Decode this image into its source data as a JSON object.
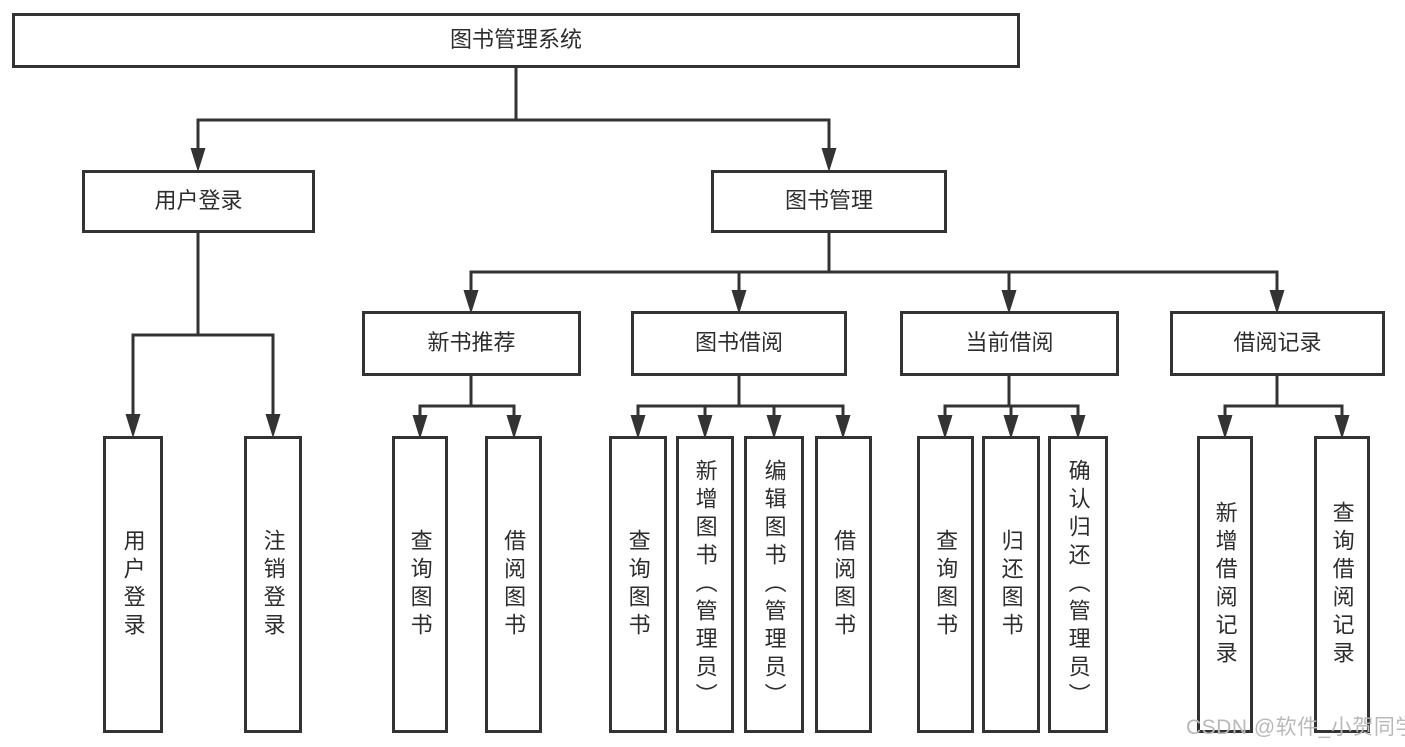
{
  "tree": {
    "label": "图书管理系统",
    "children": [
      {
        "label": "用户登录",
        "children": [
          {
            "label": "用户登录"
          },
          {
            "label": "注销登录"
          }
        ]
      },
      {
        "label": "图书管理",
        "children": [
          {
            "label": "新书推荐",
            "children": [
              {
                "label": "查询图书"
              },
              {
                "label": "借阅图书"
              }
            ]
          },
          {
            "label": "图书借阅",
            "children": [
              {
                "label": "查询图书"
              },
              {
                "label": "新增图书（管理员）"
              },
              {
                "label": "编辑图书（管理员）"
              },
              {
                "label": "借阅图书"
              }
            ]
          },
          {
            "label": "当前借阅",
            "children": [
              {
                "label": "查询图书"
              },
              {
                "label": "归还图书"
              },
              {
                "label": "确认归还（管理员）"
              }
            ]
          },
          {
            "label": "借阅记录",
            "children": [
              {
                "label": "新增借阅记录"
              },
              {
                "label": "查询借阅记录"
              }
            ]
          }
        ]
      }
    ]
  },
  "watermark": "CSDN @软件_小贺同学",
  "colors": {
    "line": "#333333",
    "box_border": "#333333",
    "text": "#2d2d2d",
    "watermark": "#b9b9b9",
    "background": "#ffffff"
  }
}
